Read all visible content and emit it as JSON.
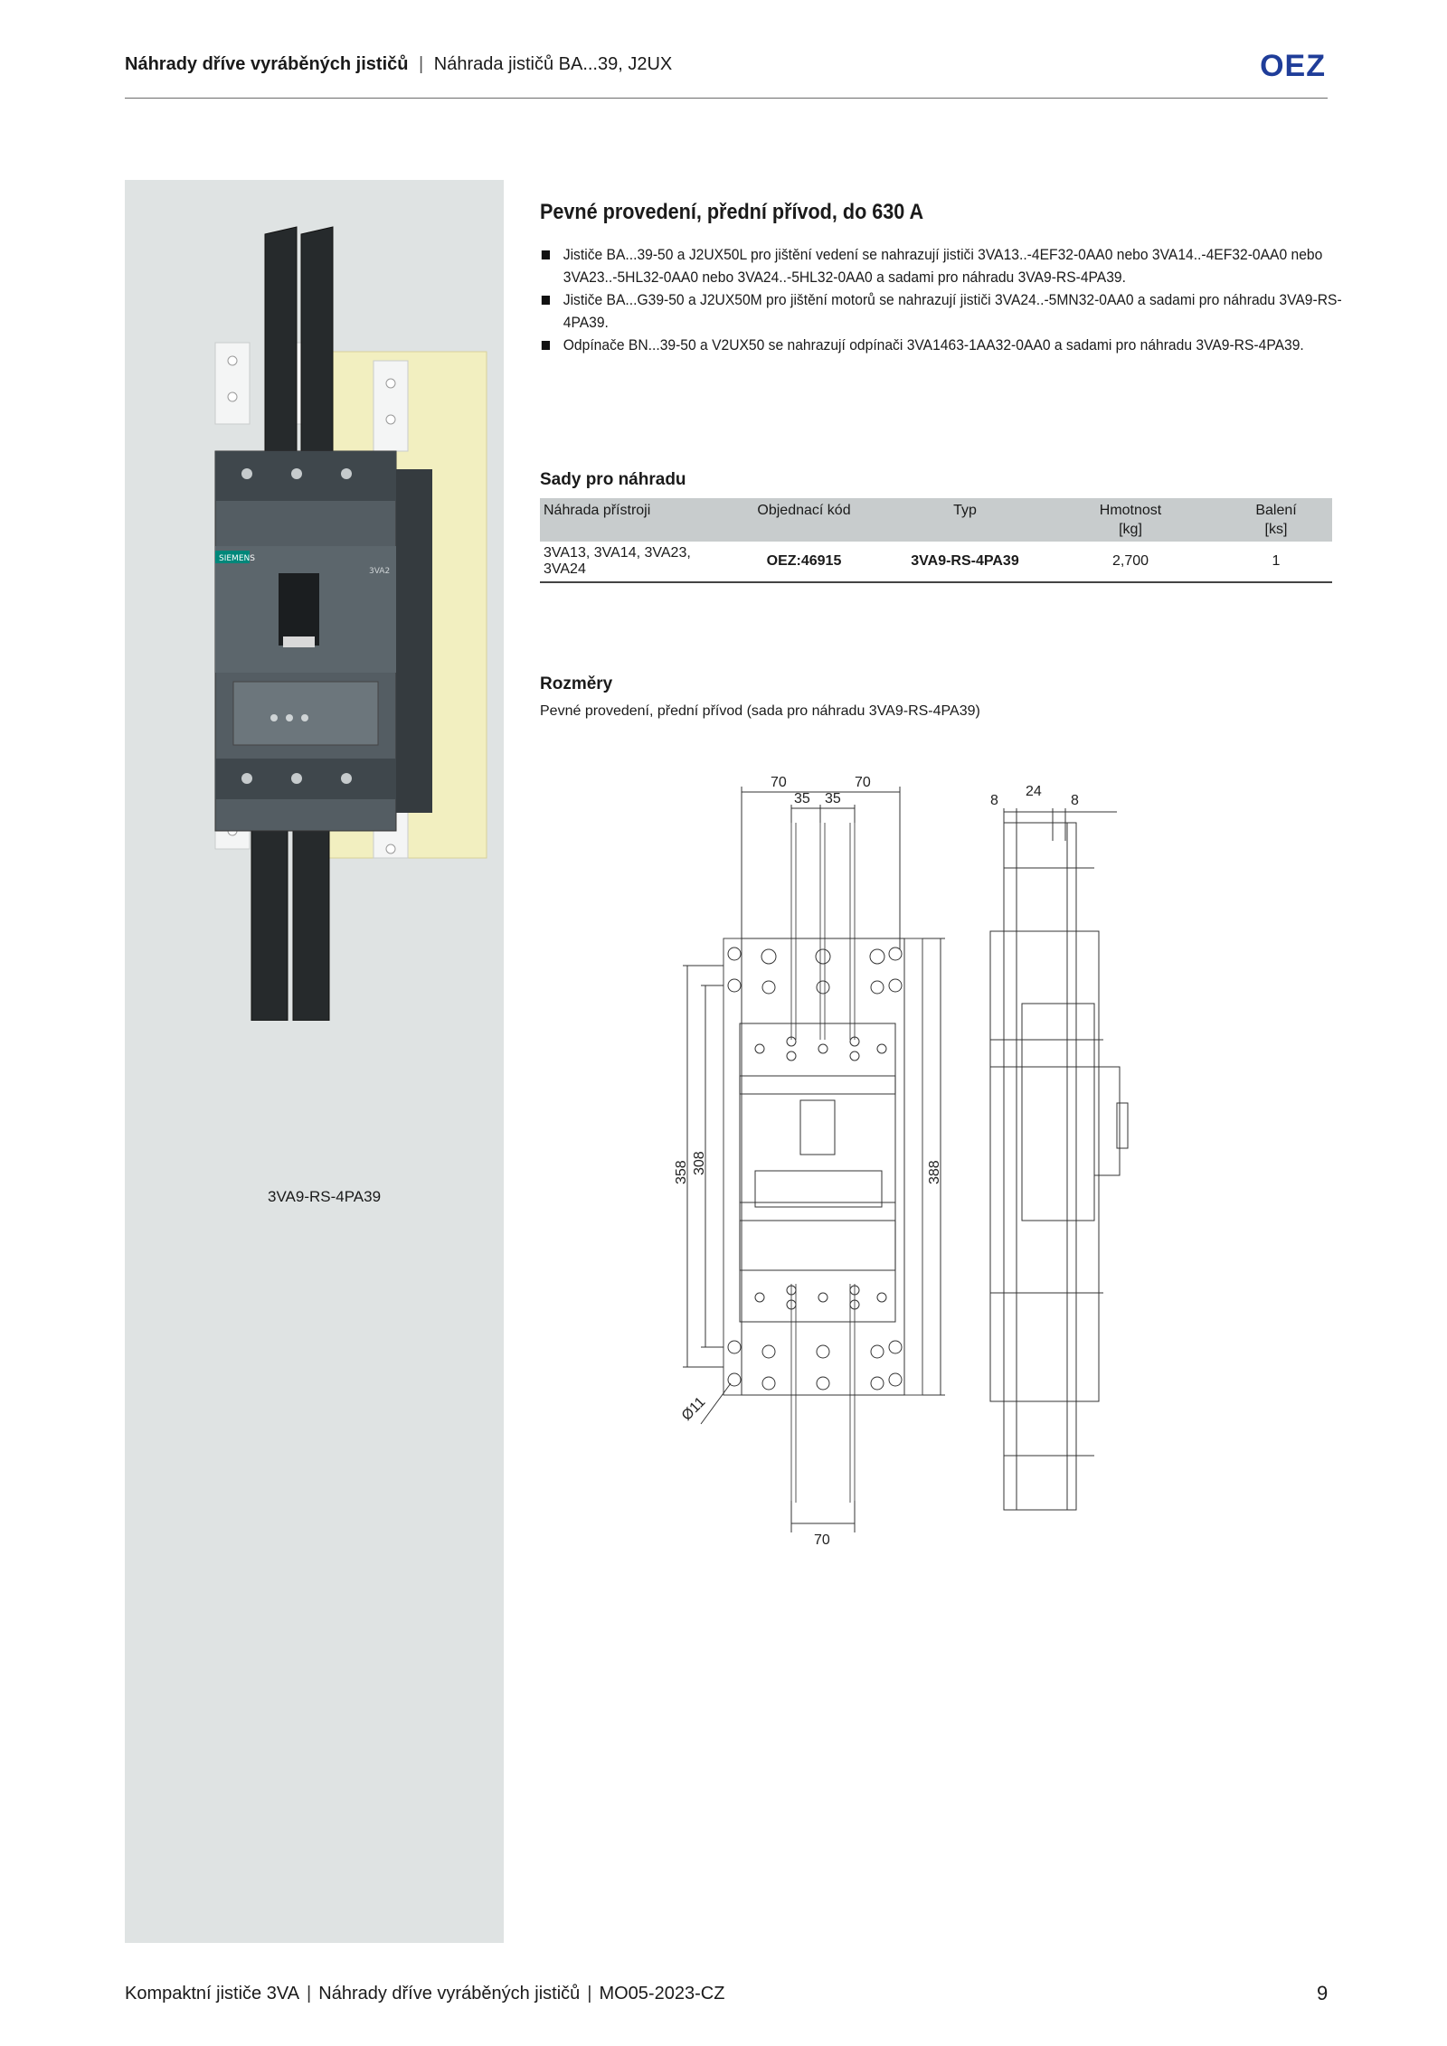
{
  "header": {
    "title_bold": "Náhrady dříve vyráběných jističů",
    "separator": "|",
    "title_rest": "Náhrada jističů BA...39, J2UX",
    "logo": "OEZ",
    "logo_color": "#1f3d99"
  },
  "left_panel": {
    "product_image": "circuit-breaker-3VA-with-replacement-kit",
    "brand_text": "SIEMENS",
    "model_text": "3VA2",
    "caption": "3VA9-RS-4PA39"
  },
  "section": {
    "title": "Pevné provedení, přední přívod, do 630 A",
    "bullets": [
      "Jističe BA...39-50 a J2UX50L pro jištění vedení se nahrazují jističi 3VA13..-4EF32-0AA0 nebo 3VA14..-4EF32-0AA0 nebo 3VA23..-5HL32-0AA0 nebo 3VA24..-5HL32-0AA0 a sadami pro náhradu 3VA9-RS-4PA39.",
      "Jističe BA...G39-50 a J2UX50M pro jištění motorů se nahrazují jističi 3VA24..-5MN32-0AA0 a sadami pro náhradu 3VA9-RS-4PA39.",
      "Odpínače BN...39-50 a V2UX50 se nahrazují odpínači 3VA1463-1AA32-0AA0 a sadami pro náhradu 3VA9-RS-4PA39."
    ]
  },
  "kit_table": {
    "title": "Sady pro náhradu",
    "headers": [
      "Náhrada přístroji",
      "Objednací kód",
      "Typ",
      "Hmotnost",
      "Balení"
    ],
    "units": [
      "",
      "",
      "",
      "[kg]",
      "[ks]"
    ],
    "rows": [
      [
        "3VA13, 3VA14, 3VA23, 3VA24",
        "OEZ:46915",
        "3VA9-RS-4PA39",
        "2,700",
        "1"
      ]
    ]
  },
  "dimensions": {
    "title": "Rozměry",
    "subtitle": "Pevné provedení, přední přívod (sada pro náhradu 3VA9-RS-4PA39)",
    "labels": {
      "top_70_left": "70",
      "top_70_right": "70",
      "top_35_left": "35",
      "top_35_right": "35",
      "side_8_left": "8",
      "side_24": "24",
      "side_8_right": "8",
      "v_358": "358",
      "v_308": "308",
      "v_388": "388",
      "hole": "Ø11",
      "bottom_70": "70"
    }
  },
  "footer": {
    "part1": "Kompaktní jističe 3VA",
    "part2": "Náhrady dříve vyráběných jističů",
    "part3": "MO05-2023-CZ",
    "separator": "|",
    "page": "9"
  }
}
